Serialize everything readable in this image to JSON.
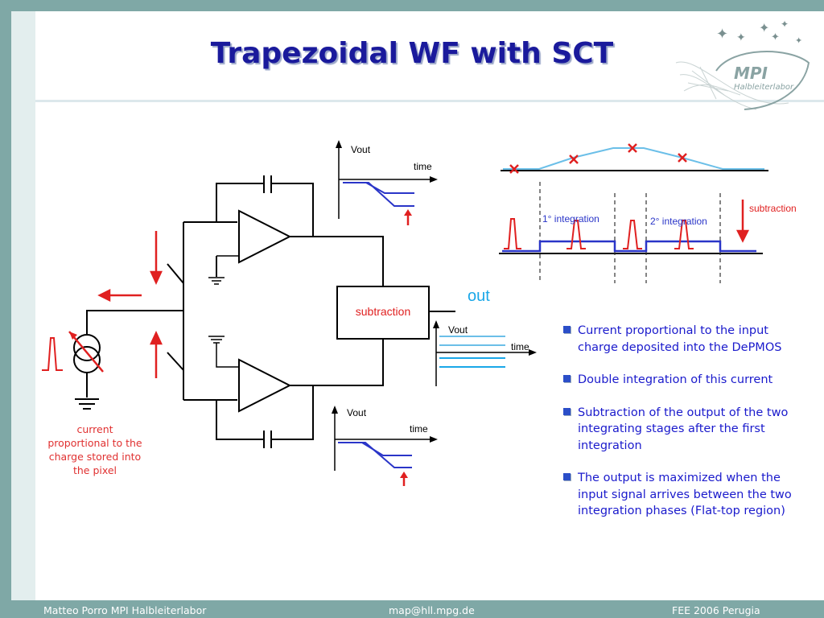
{
  "slide": {
    "title": "Trapezoidal WF with SCT"
  },
  "logo": {
    "name": "MPI",
    "subtitle": "Halbleiterlabor"
  },
  "diagram": {
    "vout_label": "Vout",
    "time_label": "time",
    "subtraction_block": "subtraction",
    "out_label": "out",
    "integration_1": "1° integration",
    "integration_2": "2° integration",
    "subtraction_label": "subtraction",
    "caption": "current proportional to the charge stored into the pixel"
  },
  "bullets": [
    "Current proportional to the input charge deposited into the DePMOS",
    "Double integration of this current",
    "Subtraction of the output of the two integrating stages after the first integration",
    "The output is maximized when the input signal arrives between the two integration phases (Flat-top region)"
  ],
  "footer": {
    "author": "Matteo Porro  MPI Halbleiterlabor",
    "email": "map@hll.mpg.de",
    "event": "FEE 2006 Perugia"
  },
  "colors": {
    "title": "#1a1a9c",
    "bullet_text": "#1a1acc",
    "accent_red": "#e02020",
    "trace_blue": "#2a35c8",
    "trace_light": "#6bbfe8",
    "out_cyan": "#1aa7e8",
    "footer_bg": "#7fa8a6"
  }
}
